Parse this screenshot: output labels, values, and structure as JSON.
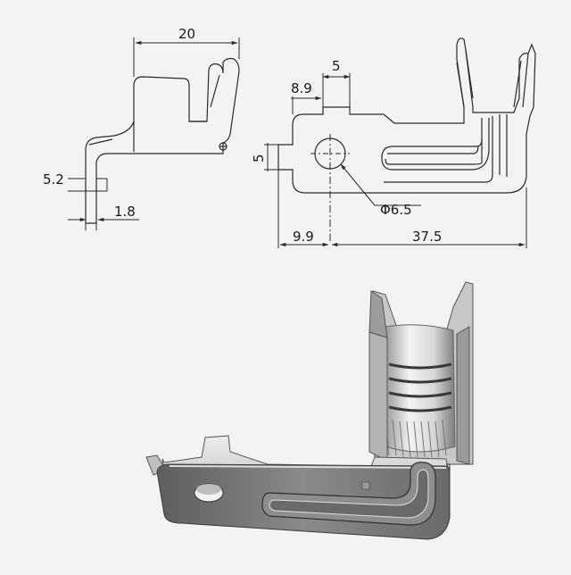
{
  "dimensions": {
    "width_20": "20",
    "height_5_2": "5.2",
    "thickness_1_8": "1.8",
    "offset_8_9": "8.9",
    "tab_5_top": "5",
    "tab_5_left": "5",
    "hole_dia": "Φ6.5",
    "x_9_9": "9.9",
    "length_37_5": "37.5"
  },
  "colors": {
    "line": "#2a2a2a",
    "background": "#f3f3f3",
    "metal_dark": "#6f6f6f",
    "metal_mid": "#a9a9a9",
    "metal_light": "#e6e6e6"
  }
}
